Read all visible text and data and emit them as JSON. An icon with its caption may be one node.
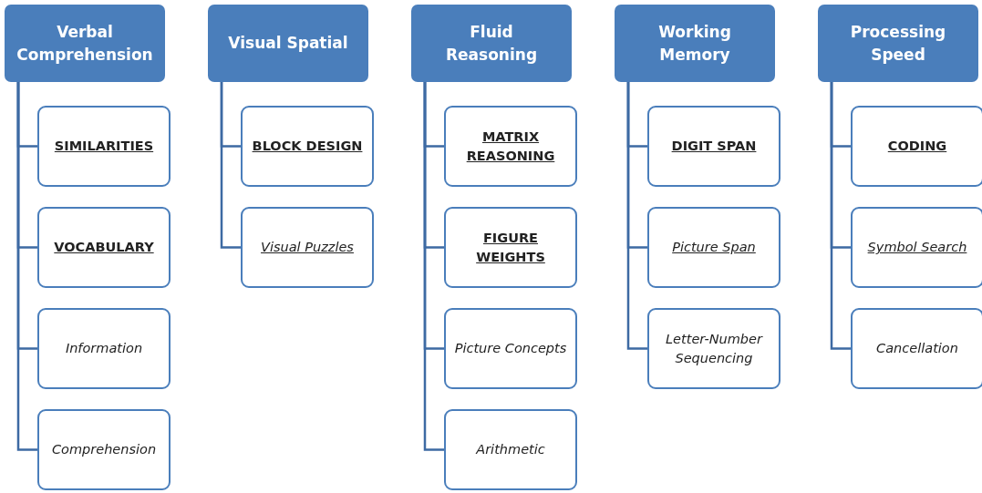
{
  "diagram": {
    "nodes": [
      {
        "text": [
          "Verbal Comprehension"
        ]
      },
      {
        "text": [
          "SIMILARITIES"
        ]
      },
      {
        "text": [
          "VOCABULARY"
        ]
      },
      {
        "text": [
          "Information"
        ]
      },
      {
        "text": [
          "Comprehension"
        ]
      },
      {
        "text": [
          "Visual Spatial"
        ]
      },
      {
        "text": [
          "BLOCK DESIGN"
        ]
      },
      {
        "text": [
          "Visual Puzzles"
        ]
      },
      {
        "text": [
          "Fluid Reasoning"
        ]
      },
      {
        "text": [
          "MATRIX REASONING"
        ]
      },
      {
        "text": [
          "FIGURE WEIGHTS"
        ]
      },
      {
        "text": [
          "Picture Concepts"
        ]
      },
      {
        "text": [
          "Arithmetic"
        ]
      },
      {
        "text": [
          "Working Memory"
        ]
      },
      {
        "text": [
          "DIGIT SPAN"
        ]
      },
      {
        "text": [
          "Picture Span"
        ]
      },
      {
        "text": [
          "Letter-Number Sequencing"
        ]
      },
      {
        "text": [
          "Processing Speed"
        ]
      },
      {
        "text": [
          "CODING"
        ]
      },
      {
        "text": [
          "Symbol Search"
        ]
      },
      {
        "text": [
          "Cancellation"
        ]
      }
    ],
    "edges": [
      {
        "from": 0,
        "to": 1,
        "arrow": "none"
      },
      {
        "from": 0,
        "to": 2,
        "arrow": "none"
      },
      {
        "from": 0,
        "to": 3,
        "arrow": "none"
      },
      {
        "from": 0,
        "to": 4,
        "arrow": "none"
      },
      {
        "from": 5,
        "to": 6,
        "arrow": "none"
      },
      {
        "from": 5,
        "to": 7,
        "arrow": "none"
      },
      {
        "from": 8,
        "to": 9,
        "arrow": "none"
      },
      {
        "from": 8,
        "to": 10,
        "arrow": "none"
      },
      {
        "from": 8,
        "to": 11,
        "arrow": "none"
      },
      {
        "from": 8,
        "to": 12,
        "arrow": "none"
      },
      {
        "from": 13,
        "to": 14,
        "arrow": "none"
      },
      {
        "from": 13,
        "to": 15,
        "arrow": "none"
      },
      {
        "from": 13,
        "to": 16,
        "arrow": "none"
      },
      {
        "from": 17,
        "to": 18,
        "arrow": "none"
      },
      {
        "from": 17,
        "to": 19,
        "arrow": "none"
      },
      {
        "from": 17,
        "to": 20,
        "arrow": "none"
      }
    ]
  }
}
